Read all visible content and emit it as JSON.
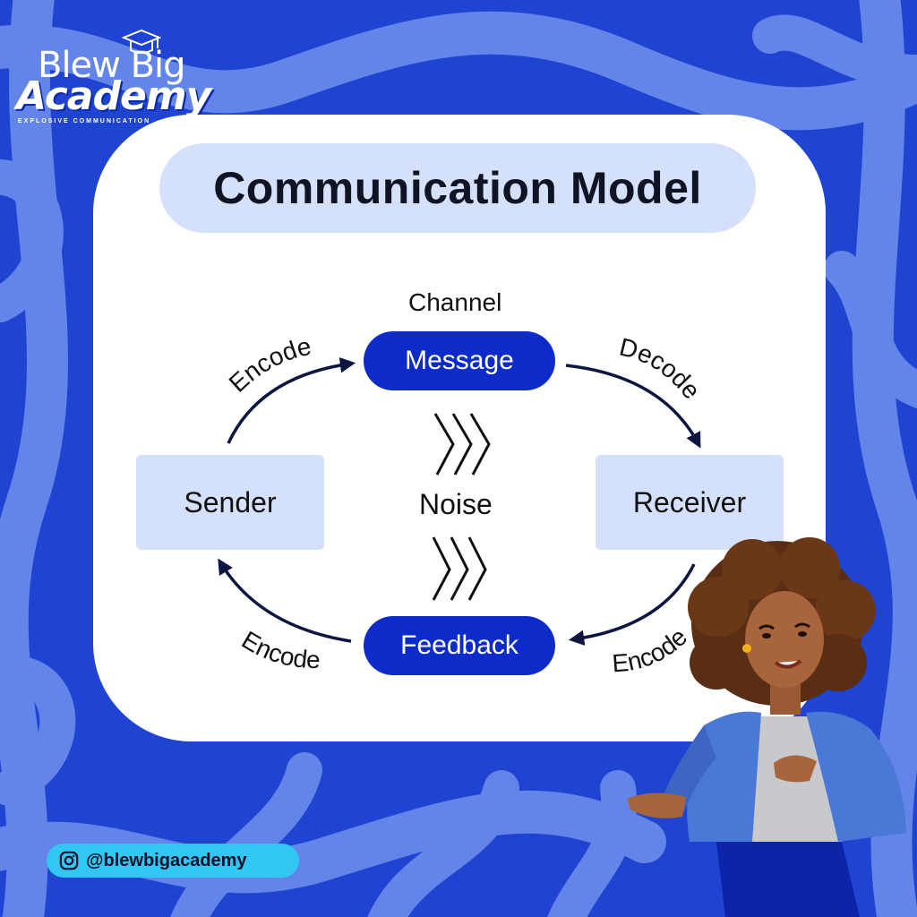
{
  "brand": {
    "name_line1": "Blew Big",
    "name_line2": "Academy",
    "tagline": "EXPLOSIVE COMMUNICATION"
  },
  "title": "Communication Model",
  "diagram": {
    "channel_label": "Channel",
    "message": "Message",
    "feedback": "Feedback",
    "sender": "Sender",
    "receiver": "Receiver",
    "noise": "Noise",
    "arcs": {
      "top_left": "Encode",
      "top_right": "Decode",
      "bottom_left": "Encode",
      "bottom_right": "Encode"
    }
  },
  "social": {
    "handle": "@blewbigacademy",
    "icon": "instagram-icon"
  },
  "colors": {
    "bg_dark": "#1237c9",
    "bg_light": "#5579e6",
    "pill_blue": "#0d2bc9",
    "box_light": "#d5e1fb",
    "social_cyan": "#31c7f2"
  }
}
